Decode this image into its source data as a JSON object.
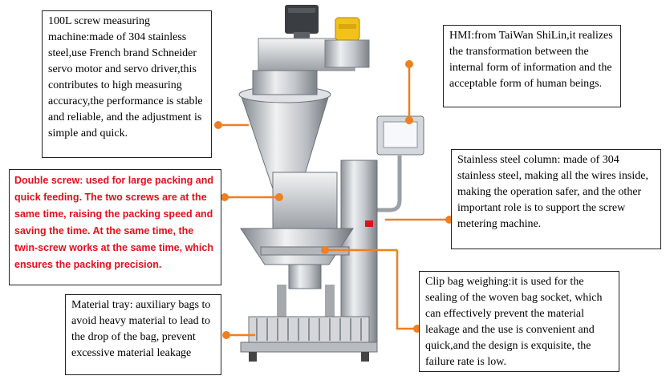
{
  "callouts": {
    "screw_machine": {
      "title": "100L screw measuring machine",
      "body": ":made of 304 stainless steel,use French brand Schneider servo motor and servo driver,this contributes to high measuring accuracy,the performance is stable and reliable, and the adjustment is simple and quick."
    },
    "hmi": {
      "title": "HMI",
      "body": ":from TaiWan ShiLin,it realizes the transformation between the internal form of information and the acceptable form of human beings."
    },
    "column": {
      "title": "Stainless steel column",
      "body": ": made of 304 stainless steel, making all the wires inside, making the operation safer, and the other important role is to support the screw metering machine."
    },
    "double_screw": {
      "title": "Double screw",
      "body": ": used for large packing and quick feeding. The two screws are at the same time, raising the packing speed and saving the time. At the same time, the twin-screw works at the same time, which ensures the packing precision."
    },
    "clip_bag": {
      "title": "Clip bag weighing",
      "body": ":it is used for the sealing of the woven bag socket, which can effectively prevent the material leakage and the use is convenient and quick,and the design is exquisite, the failure rate is low."
    },
    "material_tray": {
      "title": "Material tray",
      "body": ": auxiliary bags to avoid heavy material to lead to the drop of the bag, prevent excessive material leakage"
    }
  },
  "colors": {
    "leader": "#ef7f22",
    "highlight_text": "#e0101a",
    "steel": "#c9ccd0",
    "hmi_beacon": "#f3c21a"
  },
  "icons": [
    "servo-motor-icon",
    "hmi-screen-icon",
    "warning-beacon-icon"
  ]
}
